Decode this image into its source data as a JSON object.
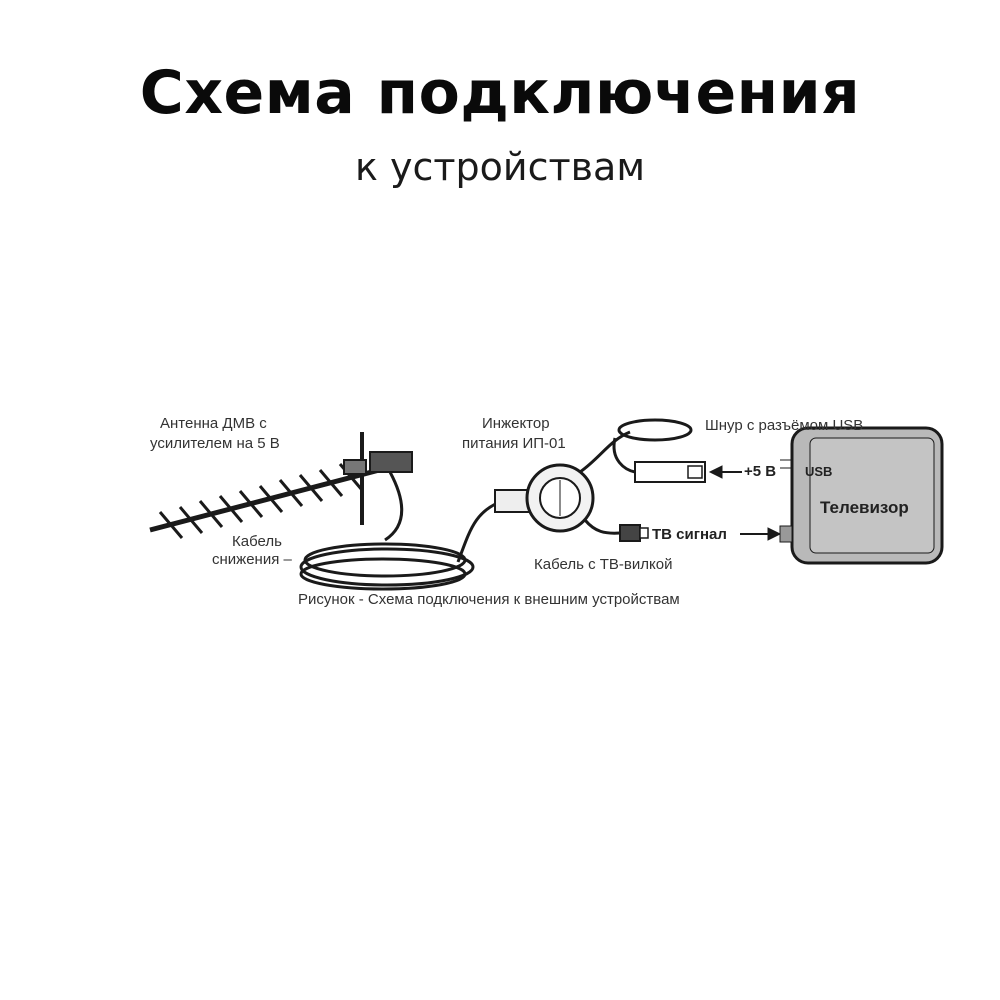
{
  "header": {
    "title": "Схема подключения",
    "subtitle": "к устройствам"
  },
  "diagram": {
    "antenna_label_line1": "Антенна ДМВ с",
    "antenna_label_line2": "усилителем на 5 В",
    "cable_label_line1": "Кабель",
    "cable_label_line2": "снижения –",
    "injector_label_line1": "Инжектор",
    "injector_label_line2": "питания ИП-01",
    "usb_cord_label": "Шнур с разъёмом USB",
    "power_label": "+5 В",
    "tv_signal_label": "ТВ сигнал",
    "tv_plug_cable_label": "Кабель с ТВ-вилкой",
    "tv_usb_label": "USB",
    "tv_label": "Телевизор",
    "caption": "Рисунок - Схема подключения к внешним устройствам"
  },
  "colors": {
    "line": "#1a1a1a",
    "tv_body": "#b9b9b9",
    "text": "#333333"
  }
}
